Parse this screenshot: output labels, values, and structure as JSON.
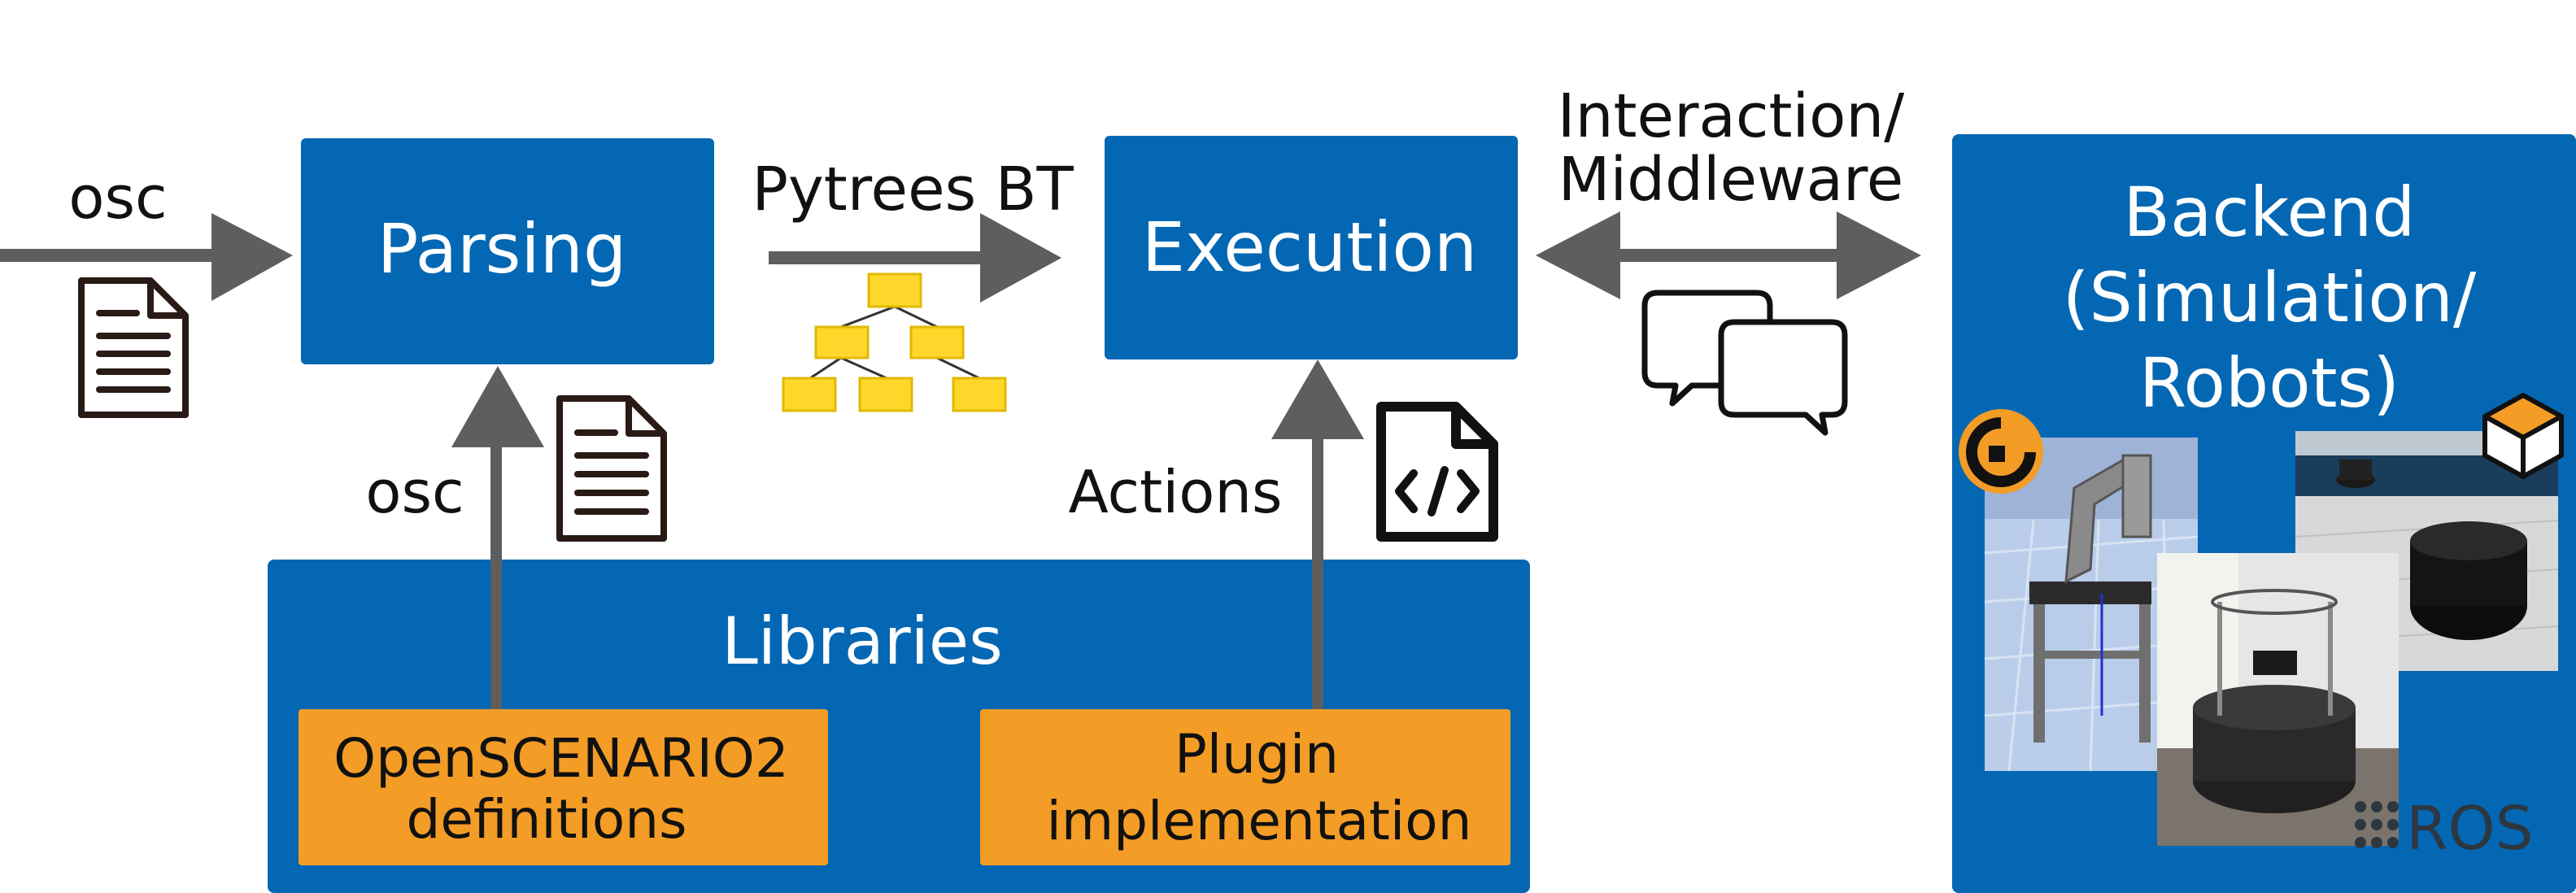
{
  "colors": {
    "block_blue": "#0467b3",
    "orange": "#f39c26",
    "bt_yellow": "#ffd72a",
    "arrow_gray": "#5e5e5e",
    "text_white": "#ffffff",
    "text_dark": "#111111",
    "ros_dark": "#2d3742"
  },
  "labels": {
    "osc_in": "osc",
    "parsing": "Parsing",
    "pytrees": "Pytrees BT",
    "execution": "Execution",
    "interaction_line1": "Interaction/",
    "interaction_line2": "Middleware",
    "backend_line1": "Backend",
    "backend_line2": "(Simulation/",
    "backend_line3": "Robots)",
    "osc_lib": "osc",
    "actions": "Actions",
    "libraries": "Libraries",
    "osc2_line1": "OpenSCENARIO2",
    "osc2_line2": "definitions",
    "plugin_line1": "Plugin",
    "plugin_line2": "implementation",
    "ros": "ROS"
  },
  "icons": [
    "document-icon",
    "behavior-tree-icon",
    "chat-bubbles-icon",
    "code-file-icon",
    "gazebo-icon",
    "ignition-icon",
    "ros-logo-icon"
  ]
}
